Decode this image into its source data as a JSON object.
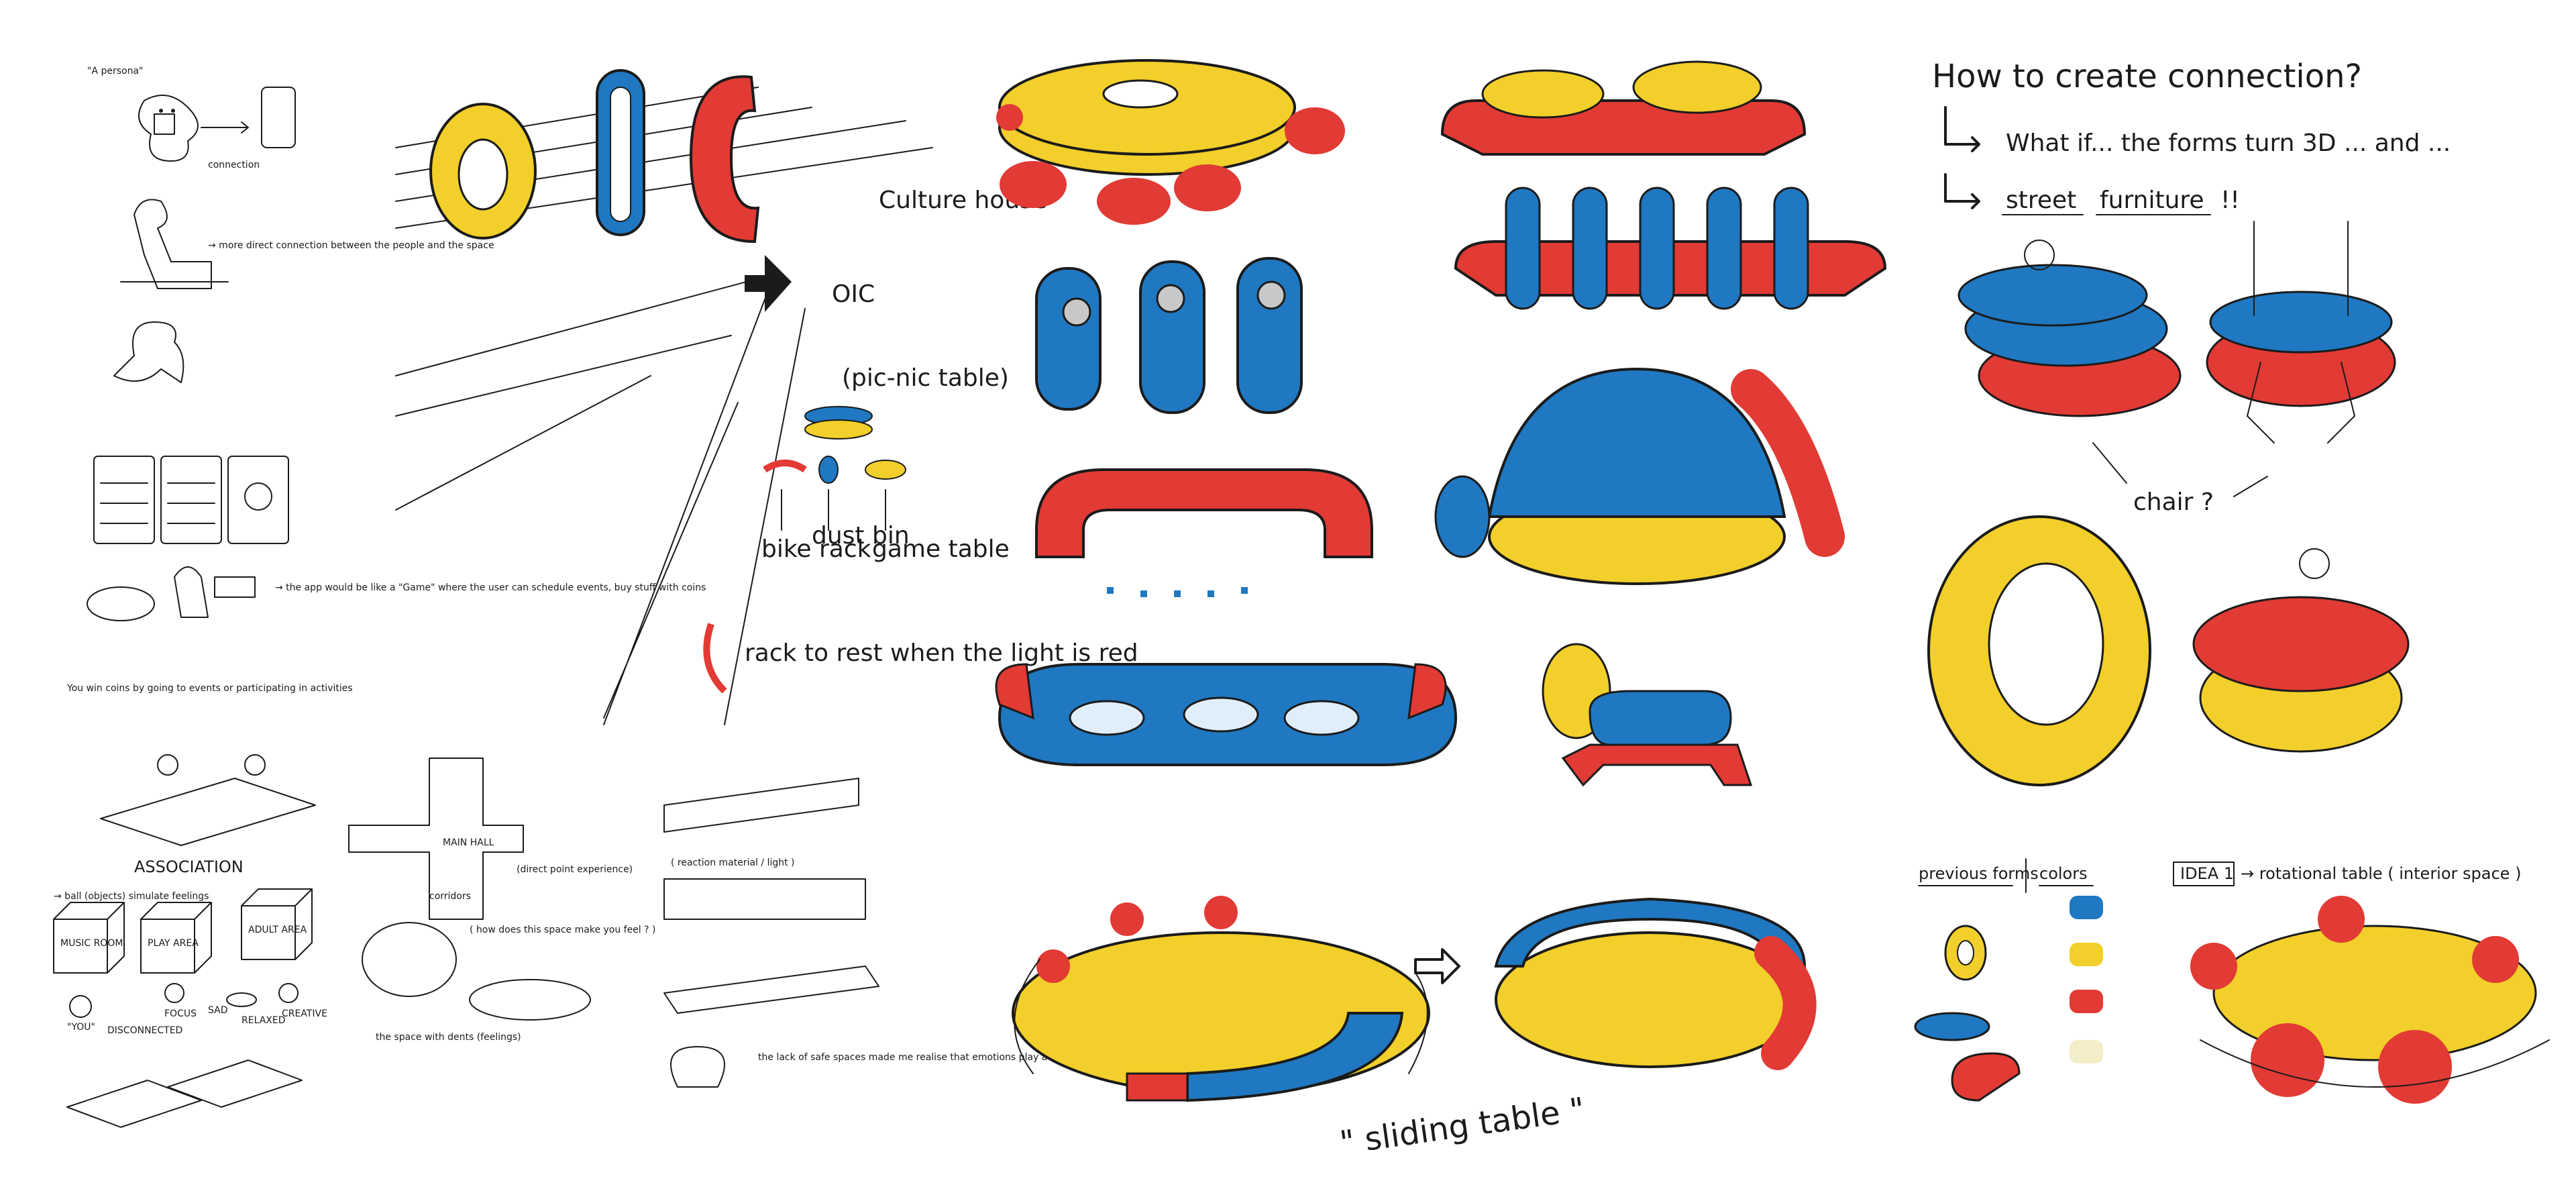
{
  "colors": {
    "yellow": "#f2cf2a",
    "blue": "#1f78c1",
    "red": "#e23a34",
    "cream": "#f3edc8",
    "ink": "#1b1b1b",
    "paper": "#ffffff"
  },
  "left_sheet": {
    "persona_label": "\"A persona\"",
    "connection": "connection",
    "more_direct": "→ more direct connection between the people and the space",
    "app_note": "→ the app would be like a \"Game\" where the user can schedule events, buy stuff with coins",
    "coins_caption": "You win coins by going to events or participating in activities",
    "association": "ASSOCIATION",
    "ball_simulate": "→ ball (objects) simulate feelings",
    "music_room": "MUSIC ROOM",
    "play_area": "PLAY AREA",
    "adult_area": "ADULT AREA",
    "focus": "FOCUS",
    "sad": "SAD",
    "relaxed": "RELAXED",
    "creative": "CREATIVE",
    "you": "\"YOU\"",
    "disconnected": "DISCONNECTED"
  },
  "street_sheet": {
    "culture_house": "Culture house",
    "pic_nic_table": "(pic-nic table)",
    "bike_rack": "bike rack",
    "dust_bin": "dust bin",
    "game_table": "game table",
    "rack_note": "rack to rest when the light is red",
    "oic": "OIC"
  },
  "plan_sheet": {
    "main_hall": "MAIN HALL",
    "direct_point": "(direct point experience)",
    "corridors": "corridors",
    "how_feel": "( how does this space make you feel ? )",
    "space_with_dents": "the space with dents (feelings)",
    "reaction_material": "( reaction material / light )",
    "lack_safe_spaces": "the lack of safe spaces made me realise that emotions play a big role in the experience of going to a library"
  },
  "furniture_sheet": {
    "sliding_table": "\" sliding table \""
  },
  "right_sheet": {
    "question": "How to create connection?",
    "what_if": "What if... the forms turn 3D ... and ...",
    "street": "street",
    "furniture": "furniture",
    "exclaim": "!!",
    "chair": "chair ?",
    "previous_forms": "previous forms",
    "colors_label": "colors",
    "idea_tag": "IDEA 1",
    "idea_text": "→ rotational table ( interior space )"
  }
}
